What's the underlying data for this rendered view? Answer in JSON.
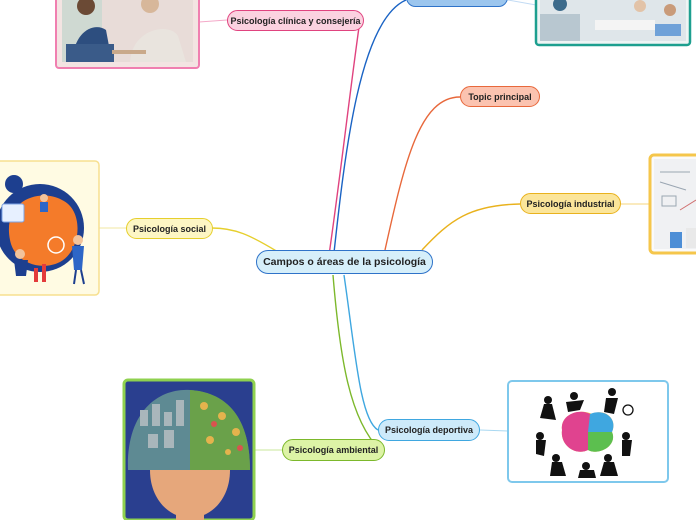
{
  "central": {
    "label": "Campos o áreas de la psicología",
    "fill": "#d6effa",
    "border": "#2f73c9"
  },
  "topics": [
    {
      "id": "clinica",
      "label": "Psicología clínica y consejería",
      "fill": "#fbd2e0",
      "border": "#e0437f"
    },
    {
      "id": "principal",
      "label": "Topic principal",
      "fill": "#fbc3b0",
      "border": "#e8683b"
    },
    {
      "id": "industrial",
      "label": "Psicología industrial",
      "fill": "#fbe59a",
      "border": "#e9b21d"
    },
    {
      "id": "social",
      "label": "Psicología social",
      "fill": "#fdf6c4",
      "border": "#e6cf2d"
    },
    {
      "id": "ambiental",
      "label": "Psicología ambiental",
      "fill": "#ddf3a6",
      "border": "#7cb82b"
    },
    {
      "id": "deportiva",
      "label": "Psicología deportiva",
      "fill": "#cdeafa",
      "border": "#3fa7e0"
    },
    {
      "id": "top-blue",
      "label": "",
      "fill": "#9cc6ee",
      "border": "#2f73c9"
    }
  ],
  "colors": {
    "clinica": "#e0437f",
    "principal": "#e8683b",
    "industrial": "#e9b21d",
    "social": "#e6cf2d",
    "ambiental": "#7cb82b",
    "deportiva": "#3fa7e0",
    "top": "#1a63c4"
  },
  "images": [
    {
      "id": "clinica-photo",
      "icon": "therapy-session-photo",
      "border": "#f07fb0"
    },
    {
      "id": "classroom-photo",
      "icon": "classroom-photo",
      "border": "#1d9f8f"
    },
    {
      "id": "industrial-photo",
      "icon": "whiteboard-meeting-photo",
      "border": "#f5c64b"
    },
    {
      "id": "social-illustration",
      "icon": "brain-team-illustration",
      "border": "#f7e08f"
    },
    {
      "id": "ambiental-illustration",
      "icon": "brain-city-nature-illustration",
      "border": "#8fd14f"
    },
    {
      "id": "deportiva-illustration",
      "icon": "sports-brain-illustration",
      "border": "#7ec8ec"
    }
  ]
}
